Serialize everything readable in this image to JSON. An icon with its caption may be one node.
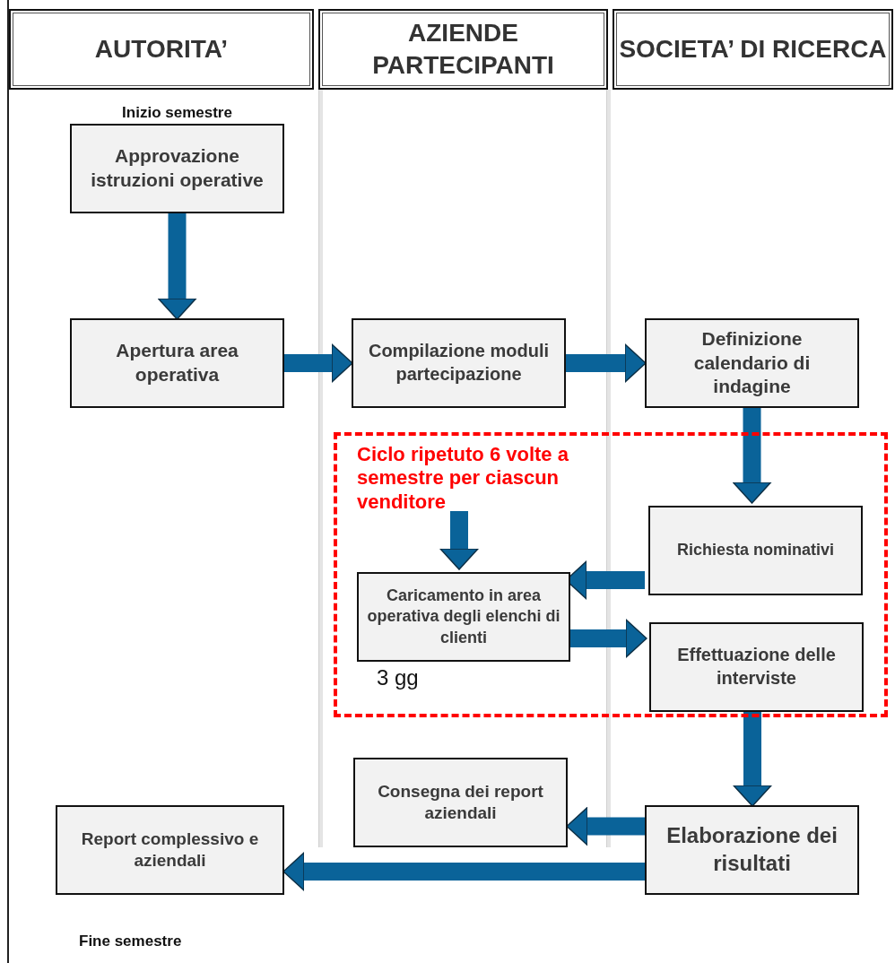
{
  "diagram": {
    "nodes": [
      {
        "text": [
          "AUTORITA’"
        ]
      },
      {
        "text": [
          "AZIENDE PARTECIPANTI"
        ]
      },
      {
        "text": [
          "SOCIETA’ DI RICERCA"
        ]
      },
      {
        "text": [
          "Approvazione istruzioni operative"
        ],
        "beside": [
          "Inizio semestre"
        ]
      },
      {
        "text": [
          "Apertura area operativa"
        ]
      },
      {
        "text": [
          "Compilazione moduli partecipazione"
        ]
      },
      {
        "text": [
          "Definizione calendario di indagine"
        ]
      },
      {
        "text": [
          "Ciclo ripetuto 6 volte a semestre per ciascun venditore"
        ]
      },
      {
        "text": [
          "Richiesta nominativi"
        ],
        "in": 7
      },
      {
        "text": [
          "Caricamento in area operativa degli elenchi di clienti"
        ],
        "in": 7,
        "beside": [
          "3 gg"
        ]
      },
      {
        "text": [
          "Effettuazione delle interviste"
        ],
        "in": 7
      },
      {
        "text": [
          "Consegna dei report aziendali"
        ]
      },
      {
        "text": [
          "Report complessivo e aziendali"
        ]
      },
      {
        "text": [
          "Elaborazione dei risultati"
        ]
      }
    ],
    "edges": [
      {
        "from": 3,
        "to": 4,
        "arrow": "to"
      },
      {
        "from": 4,
        "to": 5,
        "arrow": "to"
      },
      {
        "from": 5,
        "to": 6,
        "arrow": "to"
      },
      {
        "from": 6,
        "to": 8,
        "arrow": "to"
      },
      {
        "from": null,
        "to": 9,
        "arrow": "to"
      },
      {
        "from": 8,
        "to": 9,
        "arrow": "to"
      },
      {
        "from": 9,
        "to": 10,
        "arrow": "to"
      },
      {
        "from": 10,
        "to": 13,
        "arrow": "to"
      },
      {
        "from": 13,
        "to": 11,
        "arrow": "to"
      },
      {
        "from": 13,
        "to": 12,
        "arrow": "to"
      }
    ],
    "labels": [
      "Fine semestre"
    ]
  }
}
